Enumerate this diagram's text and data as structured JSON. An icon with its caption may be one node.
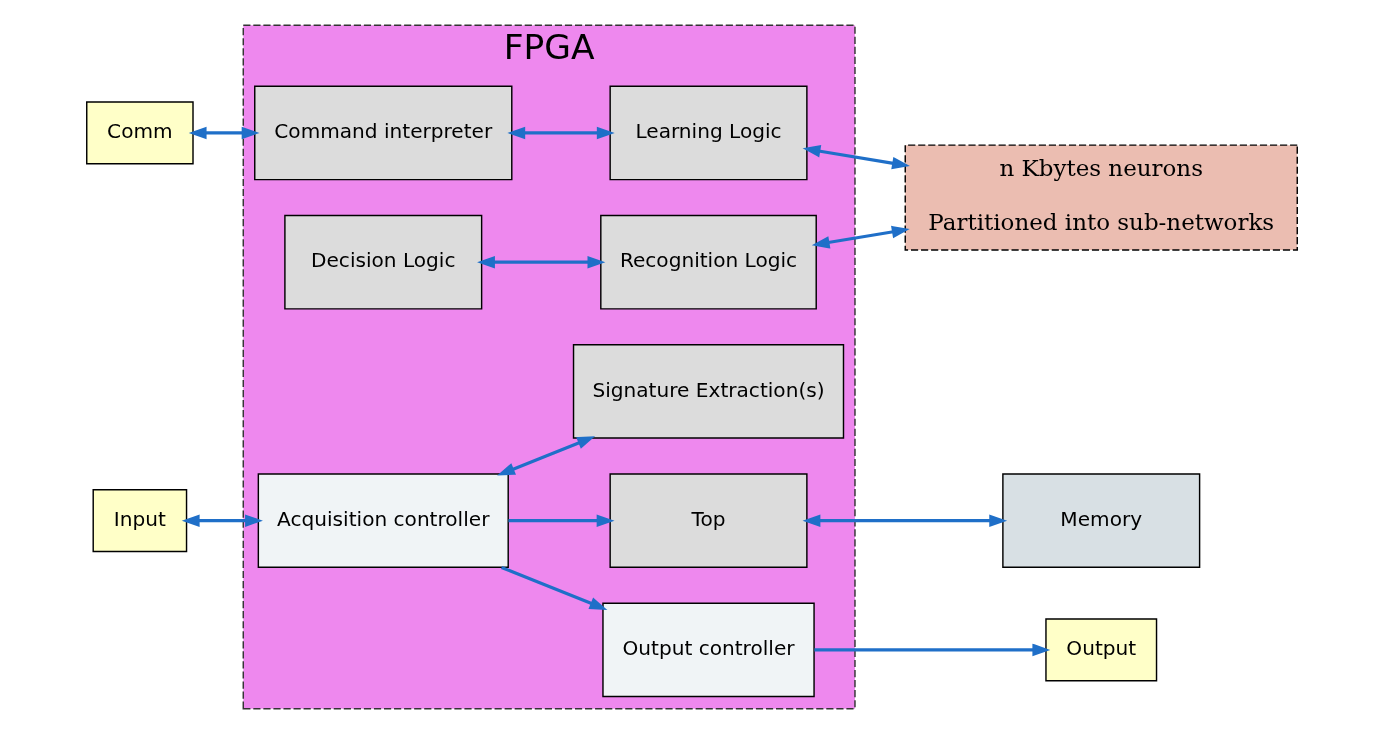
{
  "diagram": {
    "nodes": [
      {
        "text": [
          "FPGA"
        ]
      },
      {
        "text": [
          "Input"
        ]
      },
      {
        "text": [
          "Acquisition controller"
        ],
        "in": 0
      },
      {
        "text": [
          "Signature Extraction(s)"
        ],
        "in": 0
      },
      {
        "text": [
          "Decision Logic"
        ],
        "in": 0
      },
      {
        "text": [
          "Recognition Logic"
        ],
        "in": 0
      },
      {
        "text": [
          "Comm"
        ]
      },
      {
        "text": [
          "Command interpreter"
        ],
        "in": 0
      },
      {
        "text": [
          "Learning Logic"
        ],
        "in": 0
      },
      {
        "text": [
          "n Kbytes neurons",
          "Partitioned into sub-networks"
        ]
      },
      {
        "text": [
          "Output"
        ]
      },
      {
        "text": [
          "Output controller"
        ],
        "in": 0
      },
      {
        "text": [
          "Top"
        ],
        "in": 0
      },
      {
        "text": [
          "Memory"
        ]
      }
    ],
    "edges": [
      {
        "from": 1,
        "to": 2,
        "arrow": "both"
      },
      {
        "from": 2,
        "to": 3,
        "arrow": "both"
      },
      {
        "from": 4,
        "to": 5,
        "arrow": "both"
      },
      {
        "from": 6,
        "to": 7,
        "arrow": "both"
      },
      {
        "from": 7,
        "to": 8,
        "arrow": "both"
      },
      {
        "from": 5,
        "to": 9,
        "arrow": "both"
      },
      {
        "from": 8,
        "to": 9,
        "arrow": "both"
      },
      {
        "from": 2,
        "to": 12,
        "arrow": "to"
      },
      {
        "from": 2,
        "to": 11,
        "arrow": "to"
      },
      {
        "from": 11,
        "to": 10,
        "arrow": "to"
      },
      {
        "from": 12,
        "to": 13,
        "arrow": "both"
      }
    ]
  }
}
